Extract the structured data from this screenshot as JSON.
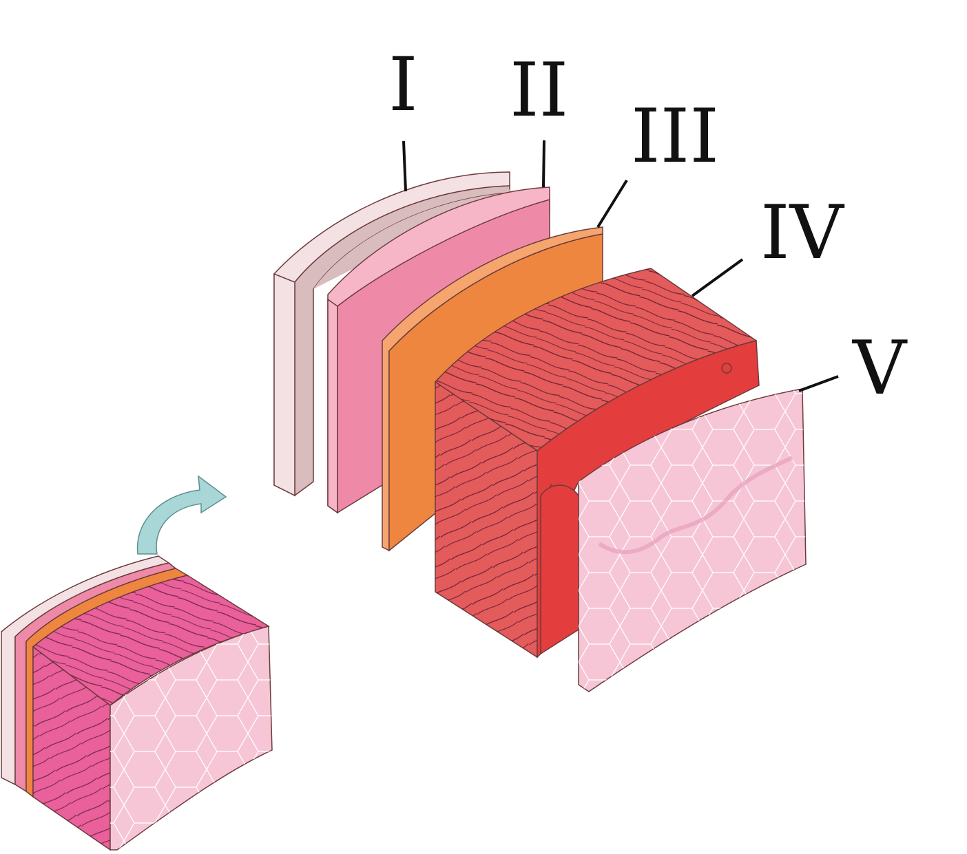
{
  "labels": [
    {
      "id": "layer-1",
      "text": "I"
    },
    {
      "id": "layer-2",
      "text": "II"
    },
    {
      "id": "layer-3",
      "text": "III"
    },
    {
      "id": "layer-4",
      "text": "IV"
    },
    {
      "id": "layer-5",
      "text": "V"
    }
  ],
  "colors": {
    "layer_1_face": "#f3e1e4",
    "layer_1_side": "#d9bcbe",
    "layer_2": "#ee8aa8",
    "layer_3": "#ef8640",
    "layer_4": "#e45b5b",
    "layer_4_cut": "#e33d3d",
    "layer_5": "#f6c6d6",
    "muscle_fibers": "#4a1028",
    "arrow": "#a9d6d6",
    "small_block_muscle": "#e9609a"
  }
}
